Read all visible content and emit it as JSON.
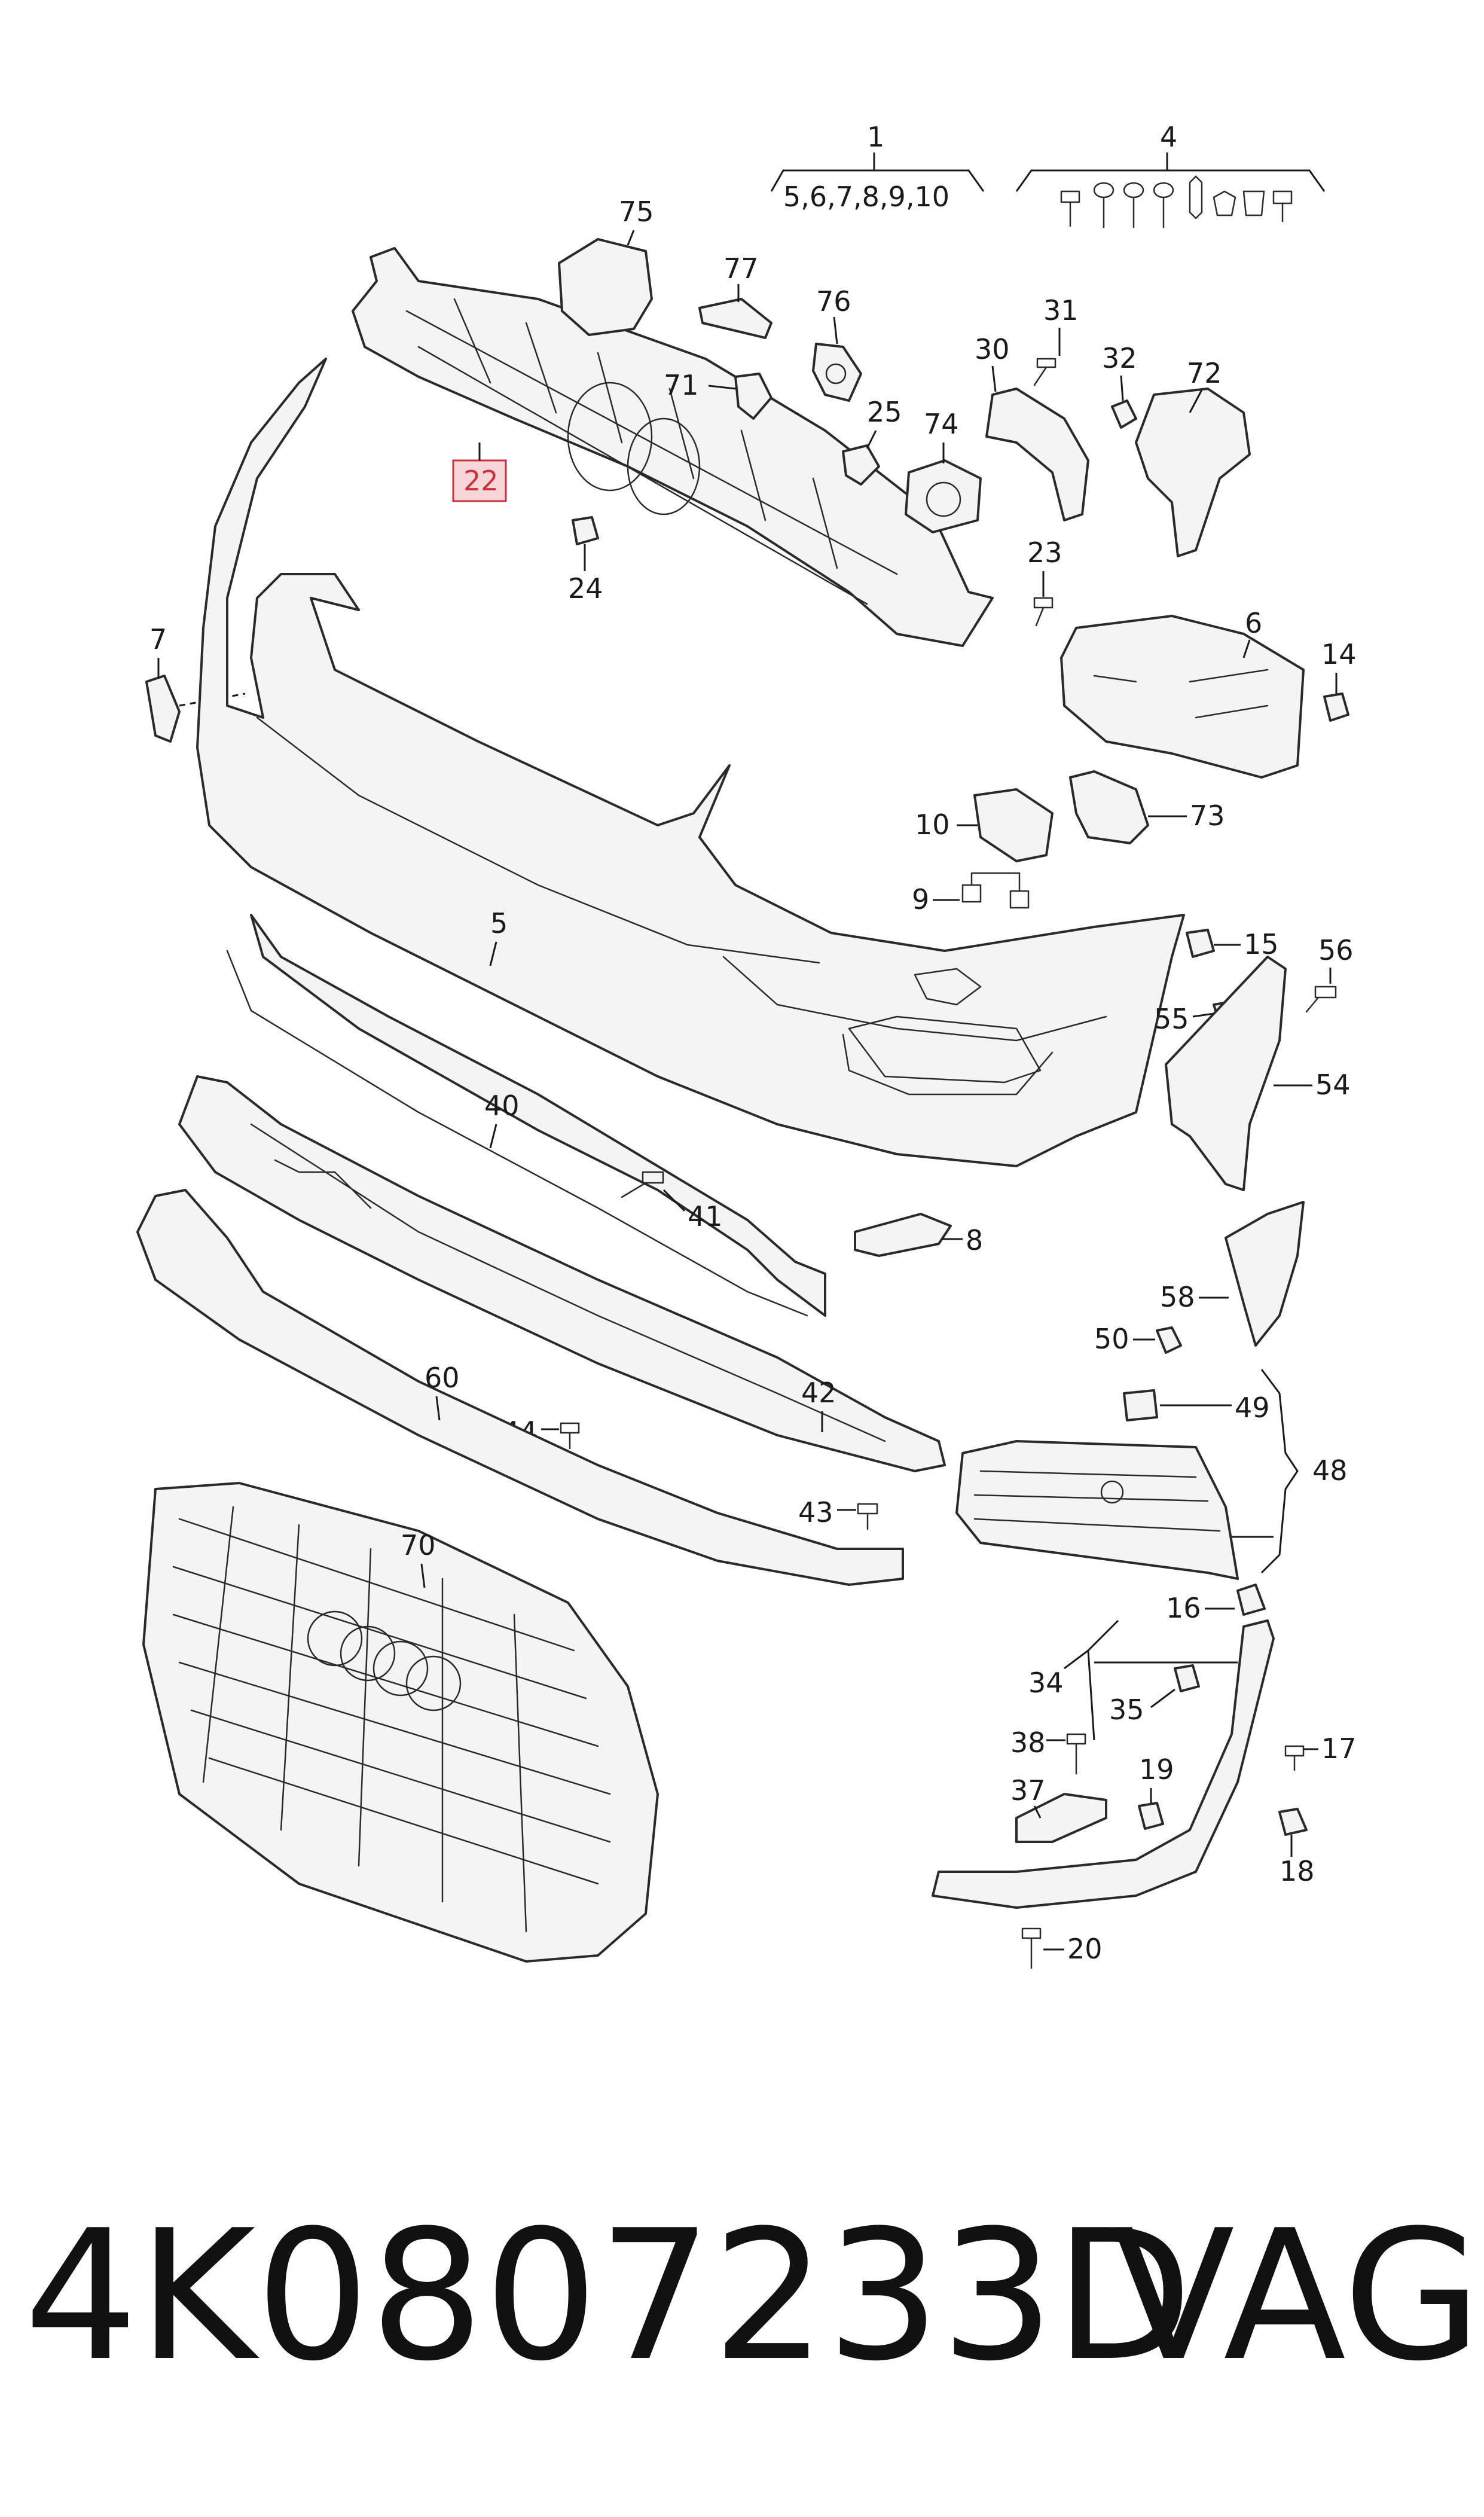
{
  "callouts": {
    "c1": "1",
    "c1_sub": "5,6,7,8,9,10",
    "c4": "4",
    "c75": "75",
    "c77": "77",
    "c76": "76",
    "c31": "31",
    "c30": "30",
    "c32": "32",
    "c72": "72",
    "c71": "71",
    "c25": "25",
    "c74": "74",
    "c22": "22",
    "c24": "24",
    "c23": "23",
    "c6": "6",
    "c14": "14",
    "c7": "7",
    "c10": "10",
    "c73": "73",
    "c9": "9",
    "c5": "5",
    "c15": "15",
    "c56": "56",
    "c55": "55",
    "c54": "54",
    "c40": "40",
    "c41": "41",
    "c8": "8",
    "c58": "58",
    "c50": "50",
    "c49": "49",
    "c48": "48",
    "c60": "60",
    "c42": "42",
    "c44": "44",
    "c43": "43",
    "c70": "70",
    "c16": "16",
    "c34": "34",
    "c35": "35",
    "c38": "38",
    "c17": "17",
    "c37": "37",
    "c19": "19",
    "c18": "18",
    "c20": "20"
  },
  "caption": {
    "part_number": "4K0807233D",
    "brand": "VAG"
  },
  "colors": {
    "highlight": "#c8323c",
    "highlight_box": "#f6d6d8",
    "line": "#2a2a2a"
  }
}
